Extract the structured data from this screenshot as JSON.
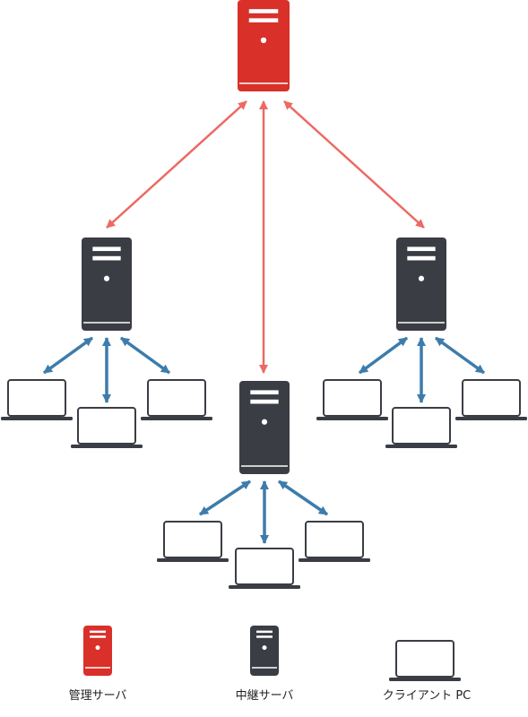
{
  "colors": {
    "management_server": "#d9302a",
    "relay_server": "#3a3d44",
    "client_pc": "#3a3d44",
    "management_link": "#ec6a63",
    "client_link": "#3d7cab"
  },
  "legend": {
    "management_server": "管理サーバ",
    "relay_server": "中継サーバ",
    "client_pc": "クライアント PC"
  },
  "icons": {
    "management_server": "server-tower-icon",
    "relay_server": "server-tower-icon",
    "client_pc": "laptop-icon"
  },
  "topology": {
    "management_server_count": 1,
    "relay_server_count": 3,
    "clients_per_relay": 3,
    "links": "bidirectional"
  }
}
